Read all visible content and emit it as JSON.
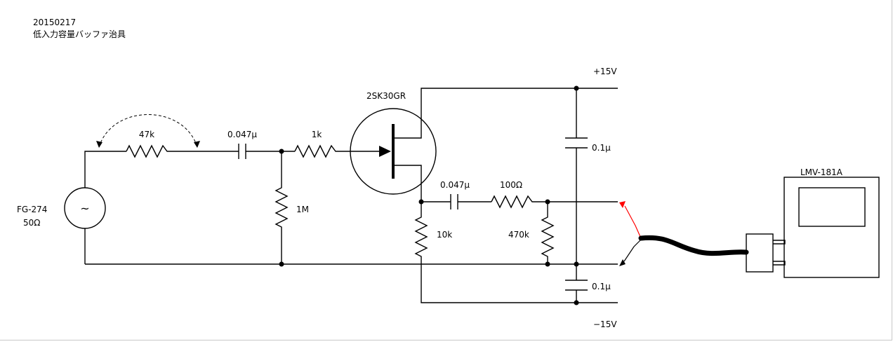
{
  "header": {
    "date": "20150217",
    "title": "低入力容量バッファ治具"
  },
  "source": {
    "name": "FG-274",
    "impedance": "50Ω",
    "symbol": "~"
  },
  "components": {
    "pot": "47k",
    "cap_in": "0.047μ",
    "r_gate": "1k",
    "r_bias": "1M",
    "fet": "2SK30GR",
    "r_source": "10k",
    "cap_out": "0.047μ",
    "r_series": "100Ω",
    "r_load": "470k",
    "cap_pos": "0.1μ",
    "cap_neg": "0.1μ"
  },
  "rails": {
    "pos": "+15V",
    "neg": "−15V"
  },
  "instrument": {
    "name": "LMV-181A"
  },
  "colors": {
    "wire": "#000000",
    "probe_tip": "#ff0000"
  }
}
